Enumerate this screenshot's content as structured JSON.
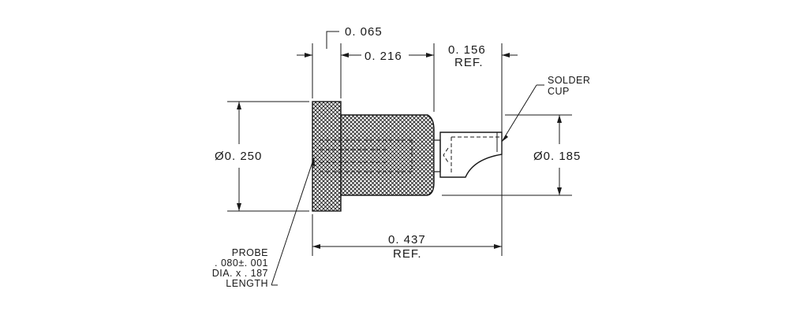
{
  "dimensions": {
    "flange_width": "0. 065",
    "body_length": "0. 216",
    "cup_length": "0. 156",
    "cup_length_ref": "REF.",
    "flange_diameter": "Ø0. 250",
    "cup_diameter": "Ø0. 185",
    "overall_length": "0. 437",
    "overall_length_ref": "REF."
  },
  "callouts": {
    "solder_cup": [
      "SOLDER",
      "CUP"
    ],
    "probe": [
      "PROBE",
      ". 080±. 001",
      "DIA. x . 187",
      "LENGTH"
    ]
  },
  "colors": {
    "ink": "#1a1a1a",
    "paper": "#ffffff"
  }
}
